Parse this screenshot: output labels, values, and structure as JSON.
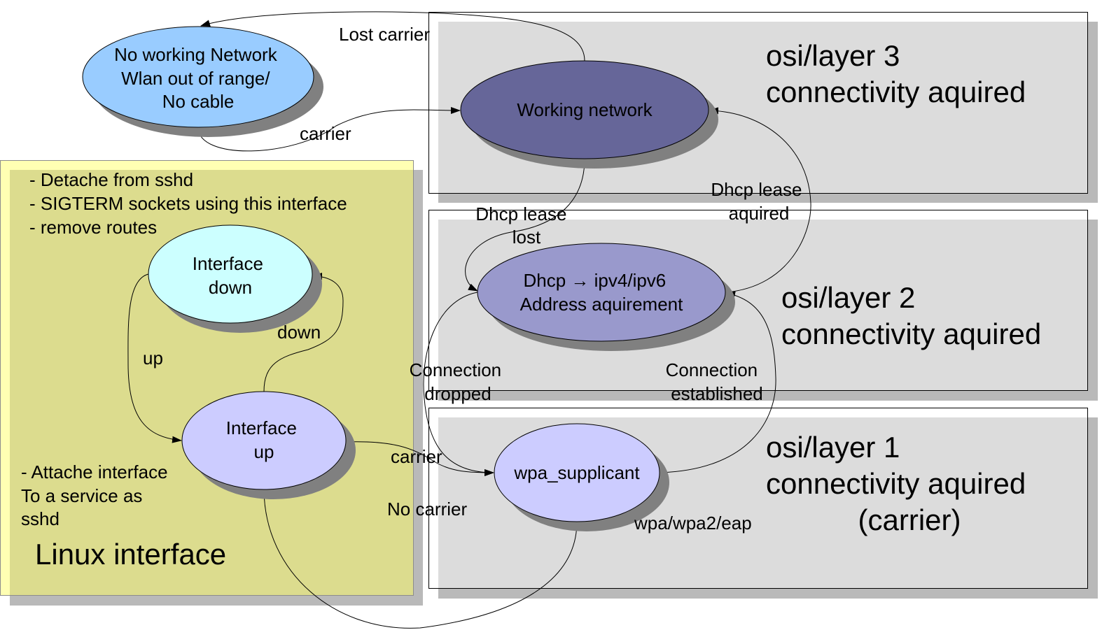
{
  "diagram": {
    "title": "Network connectivity state diagram",
    "colors": {
      "layer_box_fill": "#dcdcdc",
      "layer_box_shadow": "#b9b9b9",
      "linux_panel_fill": "#ffffb3",
      "linux_panel_shadow": "#dcdc8e",
      "node_no_network": "#99ccff",
      "node_working_network": "#666699",
      "node_dhcp": "#9999cc",
      "node_interface_down": "#ccffff",
      "node_interface_up": "#ccccff",
      "node_wpa": "#ccccff",
      "ellipse_shadow": "#808080"
    },
    "layers": [
      {
        "id": "layer3",
        "lines": [
          "osi/layer 3",
          "connectivity aquired"
        ]
      },
      {
        "id": "layer2",
        "lines": [
          "osi/layer 2",
          "connectivity aquired"
        ]
      },
      {
        "id": "layer1",
        "lines": [
          "osi/layer 1",
          "connectivity aquired",
          "(carrier)"
        ]
      }
    ],
    "linux_panel": {
      "title": "Linux interface",
      "down_actions": [
        "- Detache from sshd",
        "- SIGTERM sockets using this interface",
        "- remove routes"
      ],
      "up_actions": [
        "- Attache interface",
        "To a service as",
        "sshd"
      ]
    },
    "nodes": {
      "no_network": [
        "No working Network",
        "Wlan out of range/",
        "No cable"
      ],
      "working_network": [
        "Working network"
      ],
      "dhcp": [
        "Dhcp → ipv4/ipv6",
        "Address aquirement"
      ],
      "interface_down": [
        "Interface",
        "down"
      ],
      "interface_up": [
        "Interface",
        "up"
      ],
      "wpa": [
        "wpa_supplicant"
      ]
    },
    "edges": {
      "lost_carrier": [
        "Lost carrier"
      ],
      "carrier_top": [
        "carrier"
      ],
      "dhcp_lease_lost": [
        "Dhcp lease",
        "lost"
      ],
      "dhcp_lease_aquired": [
        "Dhcp lease",
        "aquired"
      ],
      "connection_dropped": [
        "Connection",
        "dropped"
      ],
      "connection_established": [
        "Connection",
        "established"
      ],
      "up": [
        "up"
      ],
      "down": [
        "down"
      ],
      "carrier_bottom": [
        "carrier"
      ],
      "no_carrier": [
        "No carrier"
      ],
      "wpa_auth": [
        "wpa/wpa2/eap"
      ]
    }
  }
}
